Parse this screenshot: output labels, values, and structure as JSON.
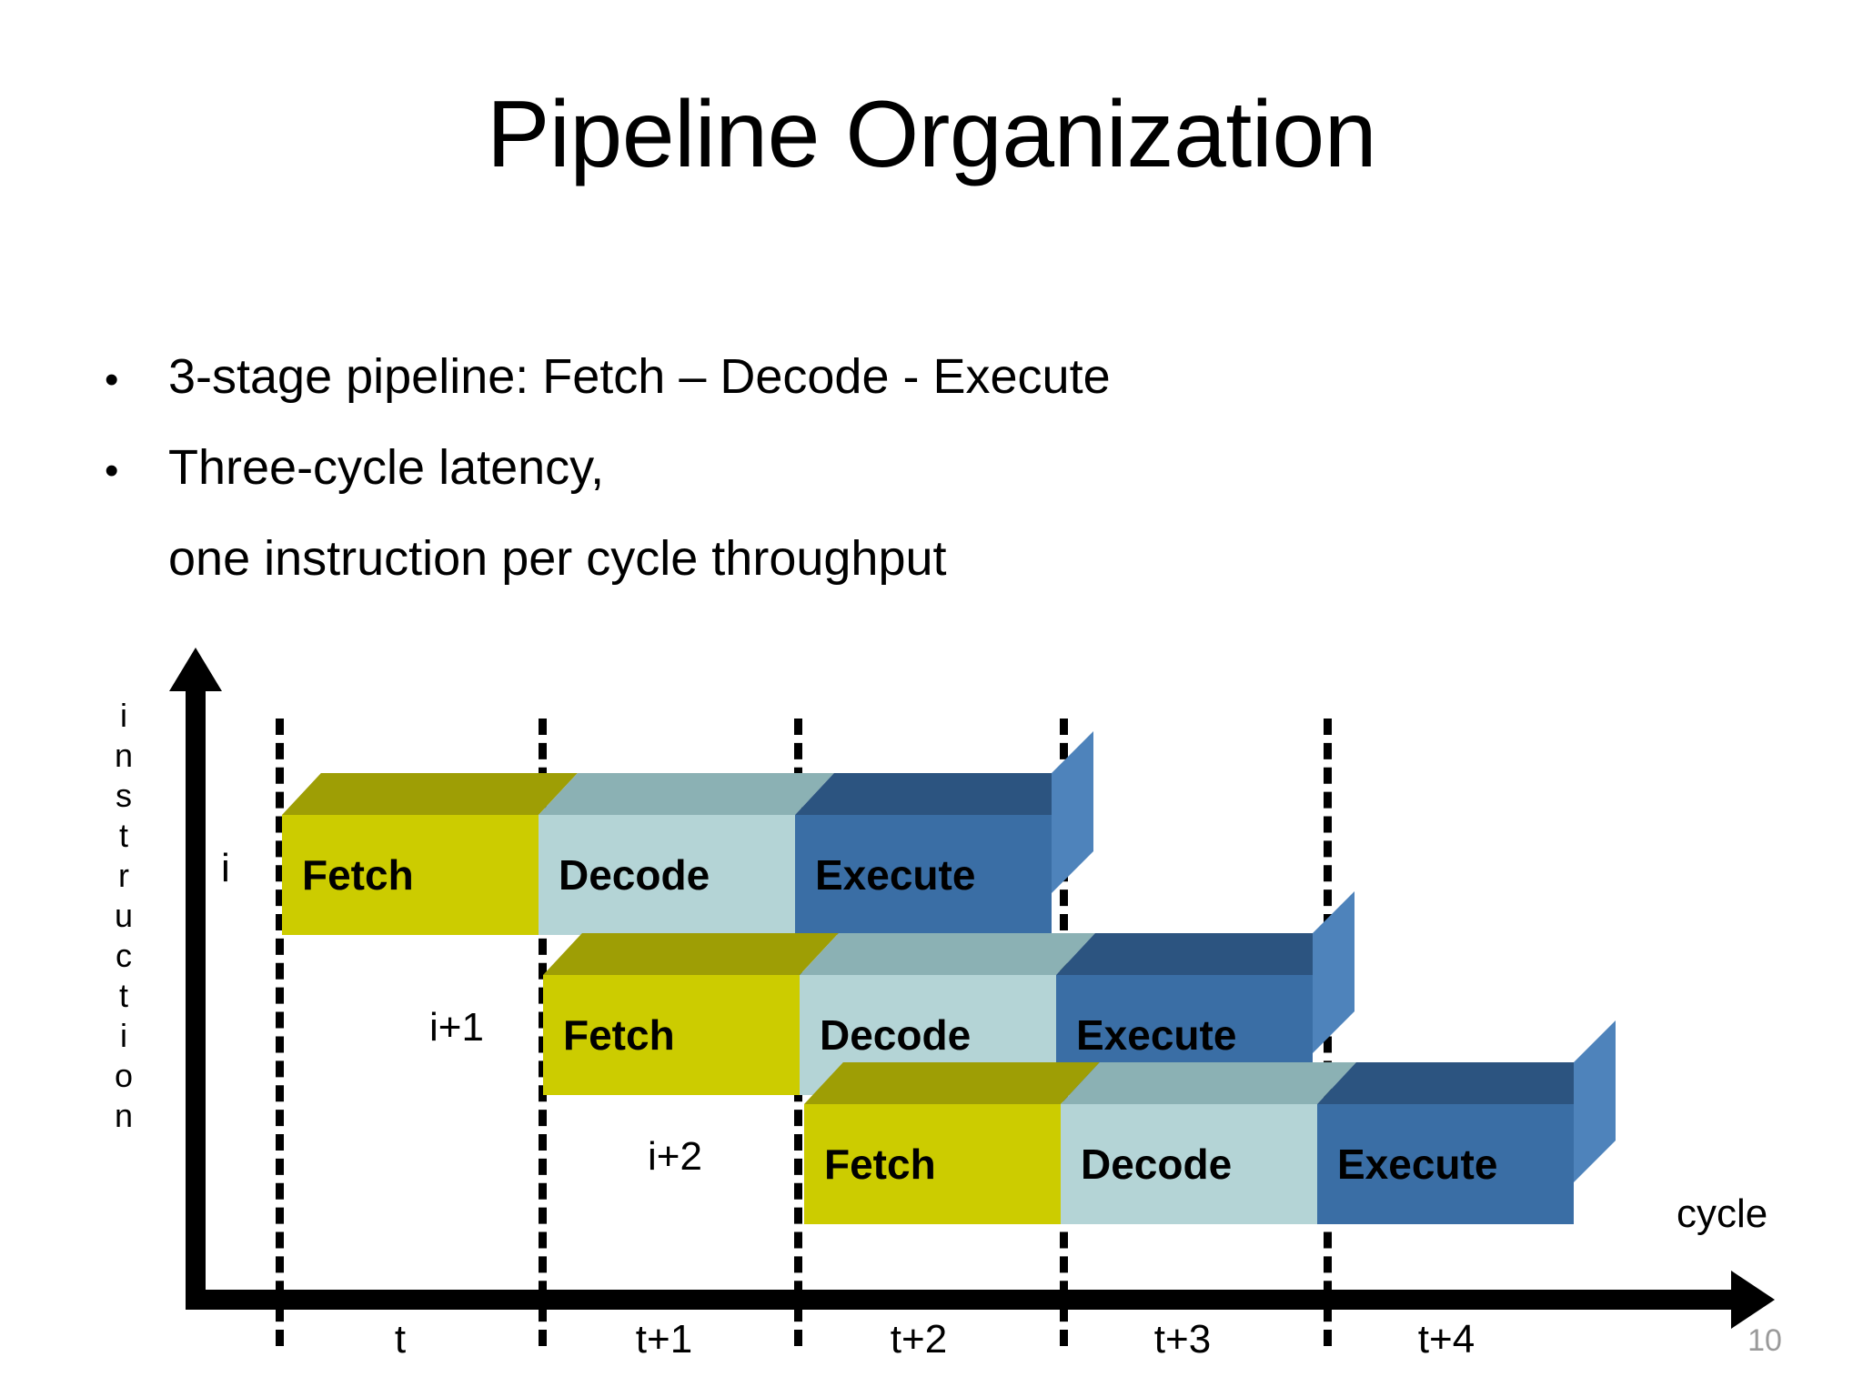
{
  "slide": {
    "title": "Pipeline Organization",
    "number": "10",
    "bullet_glyph": "•",
    "bullets": [
      "3-stage pipeline: Fetch – Decode - Execute",
      "Three-cycle latency,",
      "one instruction per cycle throughput"
    ]
  },
  "diagram": {
    "y_axis_label": "instruction",
    "y_axis_letters": [
      "i",
      "n",
      "s",
      "t",
      "r",
      "u",
      "c",
      "t",
      "i",
      "o",
      "n"
    ],
    "x_axis_label": "cycle",
    "x_ticks": [
      "t",
      "t+1",
      "t+2",
      "t+3",
      "t+4"
    ],
    "gridline_count": 5,
    "stage_names": [
      "Fetch",
      "Decode",
      "Execute"
    ],
    "colors": {
      "fetch": "#CCCC00",
      "fetch_top": "#9E9E05",
      "decode": "#B4D4D6",
      "decode_top": "#8BB1B4",
      "execute": "#3A6EA5",
      "execute_top": "#2C5480",
      "axis": "#000000",
      "slide_number": "#9a9a9a"
    },
    "rows": [
      {
        "label": "i",
        "stages": [
          {
            "name": "Fetch",
            "cycle": "t"
          },
          {
            "name": "Decode",
            "cycle": "t+1"
          },
          {
            "name": "Execute",
            "cycle": "t+2"
          }
        ]
      },
      {
        "label": "i+1",
        "stages": [
          {
            "name": "Fetch",
            "cycle": "t+1"
          },
          {
            "name": "Decode",
            "cycle": "t+2"
          },
          {
            "name": "Execute",
            "cycle": "t+3"
          }
        ]
      },
      {
        "label": "i+2",
        "stages": [
          {
            "name": "Fetch",
            "cycle": "t+2"
          },
          {
            "name": "Decode",
            "cycle": "t+3"
          },
          {
            "name": "Execute",
            "cycle": "t+4"
          }
        ]
      }
    ]
  }
}
